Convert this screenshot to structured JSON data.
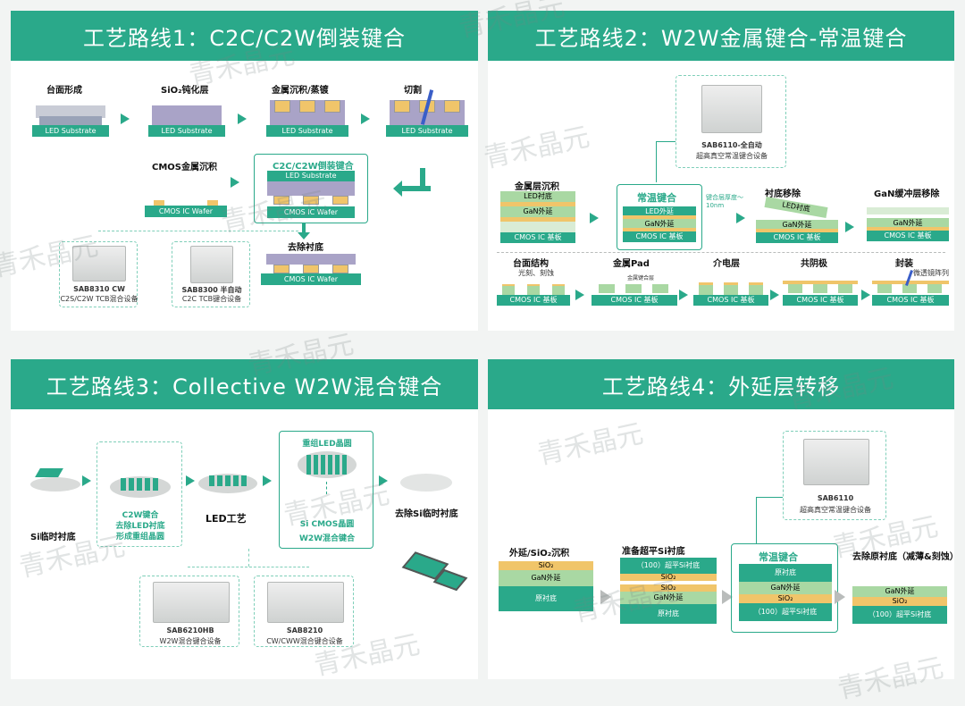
{
  "panel1": {
    "title": "工艺路线1：C2C/C2W倒装键合",
    "steps": [
      "台面形成",
      "SiO₂钝化层",
      "金属沉积/蒸镀",
      "切割"
    ],
    "led_substrate": "LED Substrate",
    "cmos_metal": "CMOS金属沉积",
    "bond_title": "C2C/C2W倒装键合",
    "cmos_wafer": "CMOS IC Wafer",
    "remove_substrate": "去除衬底",
    "machine1_name": "SAB8310 CW",
    "machine1_desc": "C2S/C2W TCB混合设备",
    "machine2_name": "SAB8300 半自动",
    "machine2_desc": "C2C TCB键合设备"
  },
  "panel2": {
    "title": "工艺路线2：W2W金属键合-常温键合",
    "machine_name": "SAB6110-全自动",
    "machine_desc": "超高真空常温键合设备",
    "metal_deposit": "金属层沉积",
    "room_bond": "常温键合",
    "bond_note": "键合层厚度～10nm",
    "sub_remove": "衬底移除",
    "gan_remove": "GaN缓冲层移除",
    "led_layer": "LED外延",
    "gan_layer": "GaN外延",
    "cmos_sub": "CMOS IC 基板",
    "led_sub": "LED衬底",
    "row2": [
      "台面结构",
      "金属Pad",
      "介电层",
      "共阴极",
      "封装"
    ],
    "litho": "光刻、刻蚀",
    "pad_note": "金属键合层",
    "encap_note": "微透镜阵列",
    "cmos_base": "CMOS IC 基板"
  },
  "panel3": {
    "title": "工艺路线3：Collective W2W混合键合",
    "si_temp": "Si临时衬底",
    "c2w_line1": "C2W键合",
    "c2w_line2": "去除LED衬底",
    "c2w_line3": "形成重组晶圆",
    "led_process": "LED工艺",
    "recon": "重组LED晶圆",
    "si_cmos": "Si CMOS晶圆",
    "w2w": "W2W混合键合",
    "remove_si": "去除Si临时衬底",
    "m1_name": "SAB6210HB",
    "m1_desc": "W2W混合键合设备",
    "m2_name": "SAB8210",
    "m2_desc": "CW/CWW混合键合设备"
  },
  "panel4": {
    "title": "工艺路线4：外延层转移",
    "machine_name": "SAB6110",
    "machine_desc": "超高真空常温键合设备",
    "step1": "外延/SiO₂沉积",
    "step2": "准备超平Si衬底",
    "step3": "常温键合",
    "step4": "去除原衬底（减薄&刻蚀）",
    "sio2": "SiO₂",
    "gan": "GaN外延",
    "orig_sub": "原衬底",
    "si100": "（100）超平Si衬底"
  },
  "watermark": "青禾晶元",
  "colors": {
    "accent": "#2aa98a",
    "gold": "#f0c56a",
    "light_green": "#a9d8a3",
    "gray": "#b9bcbb"
  }
}
